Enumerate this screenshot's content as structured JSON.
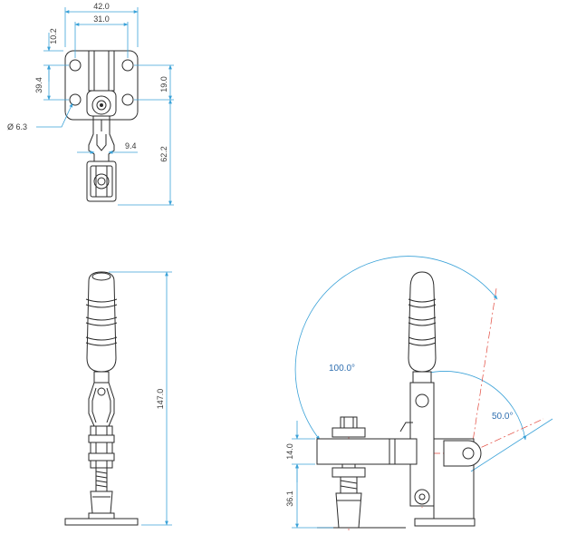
{
  "dimensions": {
    "top_width_outer": "42.0",
    "top_width_inner": "31.0",
    "top_height_small": "10.2",
    "left_height": "39.4",
    "right_height_upper": "19.0",
    "right_height_lower": "62.2",
    "hole_diameter": "Ø 6.3",
    "link_width": "9.4",
    "front_total_height": "147.0",
    "side_height_upper": "14.0",
    "side_height_lower": "36.1",
    "angle_open": "100.0°",
    "angle_handle": "50.0°"
  },
  "colors": {
    "dimension": "#3ba2d8",
    "centerline": "#e2473b",
    "outline": "#2a2a2a"
  }
}
